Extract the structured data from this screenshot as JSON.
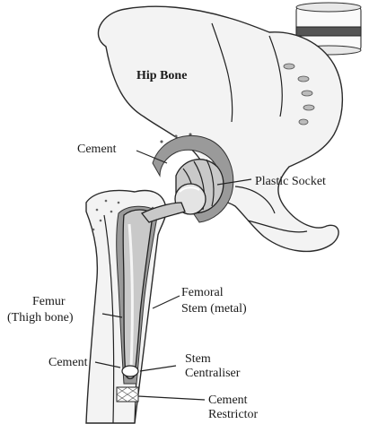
{
  "labels": {
    "hip_bone": "Hip Bone",
    "cement_top": "Cement",
    "plastic_socket": "Plastic Socket",
    "femoral_stem_line1": "Femoral",
    "femoral_stem_line2": "Stem (metal)",
    "femur_line1": "Femur",
    "femur_line2": "(Thigh bone)",
    "cement_bottom": "Cement",
    "stem_centraliser_line1": "Stem",
    "stem_centraliser_line2": "Centraliser",
    "cement_restrictor_line1": "Cement",
    "cement_restrictor_line2": "Restrictor"
  },
  "colors": {
    "line": "#222222",
    "bone_fill": "#f3f3f3",
    "cement_fill": "#9a9a9a",
    "metal_fill": "#c9c9c9"
  }
}
